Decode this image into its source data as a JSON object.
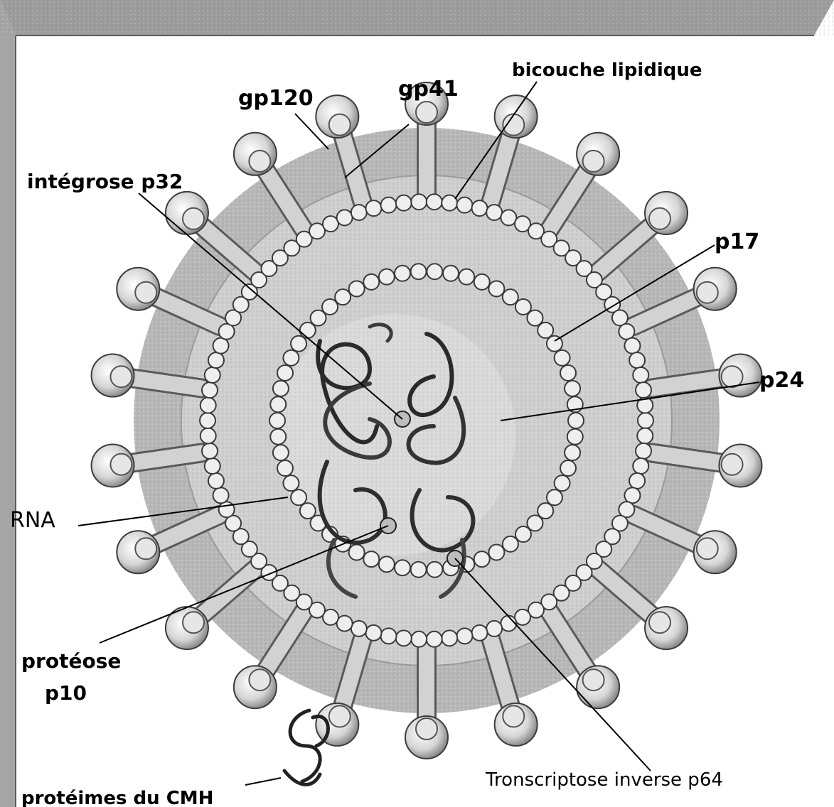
{
  "labels": {
    "bicouche": "bicouche lipidique",
    "gp120": "gp120",
    "gp41": "gp41",
    "integrase": "intégrose p32",
    "p17": "p17",
    "p24": "p24",
    "rna": "RNA",
    "protease_1": "protéose",
    "protease_2": "p10",
    "rt": "Tronscriptose inverse p64",
    "mhc": "protéimes du CMH"
  },
  "colors": {
    "outer_membrane": "#b7b7b7",
    "matrix": "#cfcfcf",
    "core": "#dadada",
    "bead": "#eeeeee",
    "spike": "#c4c4c4",
    "frame": "#8a8a8a"
  }
}
